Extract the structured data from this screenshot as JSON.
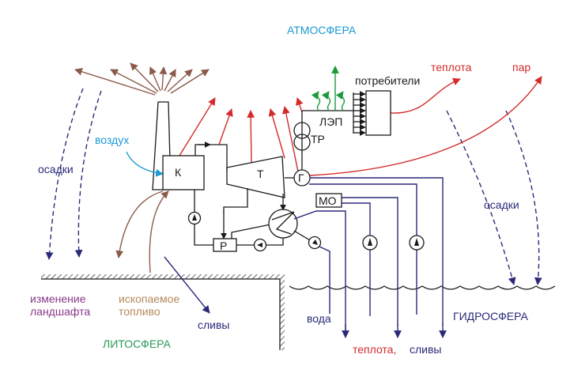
{
  "labels": {
    "atmosphere": "АТМОСФЕРА",
    "hydrosphere": "ГИДРОСФЕРА",
    "lithosphere": "ЛИТОСФЕРА",
    "air": "воздух",
    "precipitation_left": "осадки",
    "precipitation_right": "осадки",
    "boiler": "К",
    "turbine": "Т",
    "generator": "Г",
    "transformer": "ТР",
    "power_line": "ЛЭП",
    "consumers": "потребители",
    "heat_top": "теплота",
    "steam": "пар",
    "oil_cooler": "МО",
    "regenerator": "Р",
    "landscape_line1": "изменение",
    "landscape_line2": "ландшафта",
    "fuel_line1": "ископаемое",
    "fuel_line2": "топливо",
    "discharge": "сливы",
    "water": "вода",
    "heat_bottom": "теплота,",
    "discharge_bottom": "сливы"
  },
  "colors": {
    "atmosphere": "#1a9ad6",
    "heat": "#d42a2a",
    "emissions": "#8b5a4a",
    "water": "#2a2a7a",
    "electric": "#1a9a3a",
    "landscape": "#8a3a8a",
    "fuel": "#b58a5a",
    "lithosphere": "#2a9a5a"
  }
}
